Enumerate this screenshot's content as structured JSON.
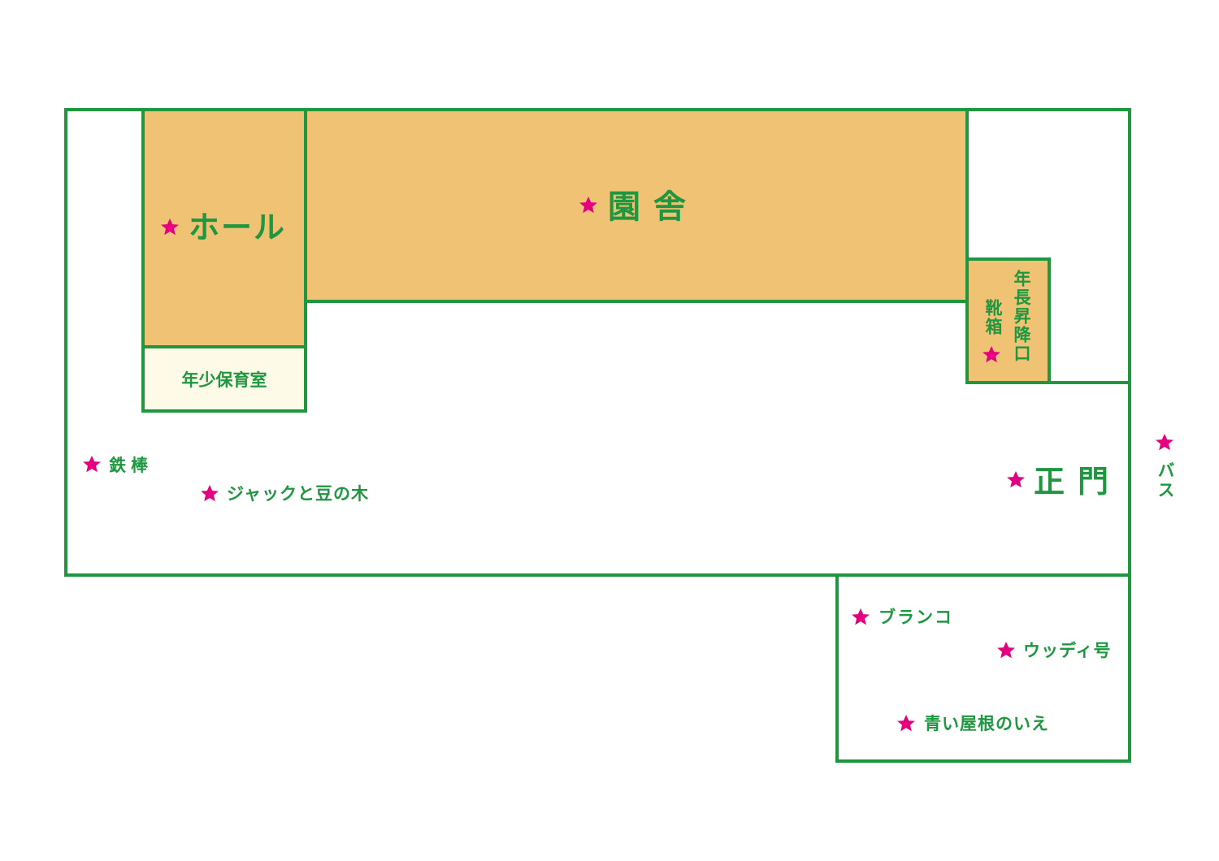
{
  "colors": {
    "line": "#1f9640",
    "building": "#efc373",
    "small_room": "#fdfbe8",
    "star": "#e4007f",
    "text": "#1f9640"
  },
  "labels": {
    "hall": "ホール",
    "main_building": "園舎",
    "nursery_room": "年少保育室",
    "entrance": "年長昇降口",
    "shoe_box": "靴箱",
    "main_gate": "正門",
    "bus": "バス",
    "iron_bar": "鉄棒",
    "jack": "ジャックと豆の木",
    "swing": "ブランコ",
    "woody": "ウッディ号",
    "blue_house": "青い屋根のいえ"
  },
  "icons": {
    "marker": "star-icon"
  }
}
